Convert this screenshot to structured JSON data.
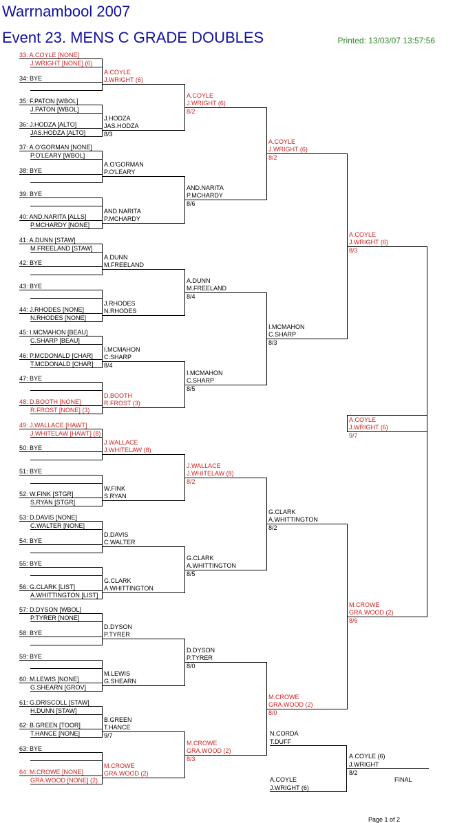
{
  "header": {
    "title": "Warrnambool 2007",
    "event": "Event 23. MENS C GRADE DOUBLES",
    "printed": "Printed: 13/03/07 13:57:56"
  },
  "footer": {
    "page": "Page 1 of 2",
    "final_label": "FINAL"
  },
  "colors": {
    "title": "#1010a0",
    "printed": "#2a8a2a",
    "highlight": "#cc2020"
  },
  "round1": [
    {
      "l1": "33: A.COYLE [NONE]",
      "l2": "J.WRIGHT [NONE] (6)",
      "red": true
    },
    {
      "l1": "34: BYE",
      "l2": ""
    },
    {
      "l1": "35: F.PATON [WBOL]",
      "l2": "J.PATON [WBOL]"
    },
    {
      "l1": "36: J.HODZA [ALTO]",
      "l2": "JAS.HODZA [ALTO]"
    },
    {
      "l1": "37: A.O'GORMAN [NONE]",
      "l2": "P.O'LEARY [WBOL]"
    },
    {
      "l1": "38: BYE",
      "l2": ""
    },
    {
      "l1": "39: BYE",
      "l2": ""
    },
    {
      "l1": "40: AND.NARITA [ALLS]",
      "l2": "P.MCHARDY [NONE]"
    },
    {
      "l1": "41: A.DUNN [STAW]",
      "l2": "M.FREELAND [STAW]"
    },
    {
      "l1": "42: BYE",
      "l2": ""
    },
    {
      "l1": "43: BYE",
      "l2": ""
    },
    {
      "l1": "44: J.RHODES [NONE]",
      "l2": "N.RHODES [NONE]"
    },
    {
      "l1": "45: I.MCMAHON [BEAU]",
      "l2": "C.SHARP [BEAU]"
    },
    {
      "l1": "46: P.MCDONALD [CHAR]",
      "l2": "T.MCDONALD [CHAR]"
    },
    {
      "l1": "47: BYE",
      "l2": ""
    },
    {
      "l1": "48: D.BOOTH [NONE]",
      "l2": "R.FROST [NONE] (3)",
      "red": true
    },
    {
      "l1": "49: J.WALLACE [HAWT]",
      "l2": "J.WHITELAW [HAWT] (8)",
      "red": true
    },
    {
      "l1": "50: BYE",
      "l2": ""
    },
    {
      "l1": "51: BYE",
      "l2": ""
    },
    {
      "l1": "52: W.FINK [STGR]",
      "l2": "S.RYAN [STGR]"
    },
    {
      "l1": "53: D.DAVIS [NONE]",
      "l2": "C.WALTER [NONE]"
    },
    {
      "l1": "54: BYE",
      "l2": ""
    },
    {
      "l1": "55: BYE",
      "l2": ""
    },
    {
      "l1": "56: G.CLARK [LIST]",
      "l2": "A.WHITTINGTON [LIST]"
    },
    {
      "l1": "57: D.DYSON [WBOL]",
      "l2": "P.TYRER [NONE]"
    },
    {
      "l1": "58: BYE",
      "l2": ""
    },
    {
      "l1": "59: BYE",
      "l2": ""
    },
    {
      "l1": "60: M.LEWIS [NONE]",
      "l2": "G.SHEARN [GROV]"
    },
    {
      "l1": "61: G.DRISCOLL [STAW]",
      "l2": "H.DUNN [STAW]"
    },
    {
      "l1": "62: B.GREEN [TOOR]",
      "l2": "T.HANCE [NONE]"
    },
    {
      "l1": "63: BYE",
      "l2": ""
    },
    {
      "l1": "64: M.CROWE [NONE]",
      "l2": "GRA.WOOD [NONE] (2)",
      "red": true
    }
  ],
  "round2": [
    {
      "l1": "A.COYLE",
      "l2": "J.WRIGHT (6)",
      "score": "",
      "red": true
    },
    {
      "l1": "J.HODZA",
      "l2": "JAS.HODZA",
      "score": "8/3"
    },
    {
      "l1": "A.O'GORMAN",
      "l2": "P.O'LEARY",
      "score": ""
    },
    {
      "l1": "AND.NARITA",
      "l2": "P.MCHARDY",
      "score": ""
    },
    {
      "l1": "A.DUNN",
      "l2": "M.FREELAND",
      "score": ""
    },
    {
      "l1": "J.RHODES",
      "l2": "N.RHODES",
      "score": ""
    },
    {
      "l1": "I.MCMAHON",
      "l2": "C.SHARP",
      "score": "8/4"
    },
    {
      "l1": "D.BOOTH",
      "l2": "R.FROST (3)",
      "score": "",
      "red": true
    },
    {
      "l1": "J.WALLACE",
      "l2": "J.WHITELAW (8)",
      "score": "",
      "red": true
    },
    {
      "l1": "W.FINK",
      "l2": "S.RYAN",
      "score": ""
    },
    {
      "l1": "D.DAVIS",
      "l2": "C.WALTER",
      "score": ""
    },
    {
      "l1": "G.CLARK",
      "l2": "A.WHITTINGTON",
      "score": ""
    },
    {
      "l1": "D.DYSON",
      "l2": "P.TYRER",
      "score": ""
    },
    {
      "l1": "M.LEWIS",
      "l2": "G.SHEARN",
      "score": ""
    },
    {
      "l1": "B.GREEN",
      "l2": "T.HANCE",
      "score": "9/7"
    },
    {
      "l1": "M.CROWE",
      "l2": "GRA.WOOD (2)",
      "score": "",
      "red": true
    }
  ],
  "round3": [
    {
      "l1": "A.COYLE",
      "l2": "J.WRIGHT (6)",
      "score": "8/2",
      "red": true
    },
    {
      "l1": "AND.NARITA",
      "l2": "P.MCHARDY",
      "score": "8/6"
    },
    {
      "l1": "A.DUNN",
      "l2": "M.FREELAND",
      "score": "8/4"
    },
    {
      "l1": "I.MCMAHON",
      "l2": "C.SHARP",
      "score": "8/5"
    },
    {
      "l1": "J.WALLACE",
      "l2": "J.WHITELAW (8)",
      "score": "8/2",
      "red": true
    },
    {
      "l1": "G.CLARK",
      "l2": "A.WHITTINGTON",
      "score": "8/5"
    },
    {
      "l1": "D.DYSON",
      "l2": "P.TYRER",
      "score": "8/0"
    },
    {
      "l1": "M.CROWE",
      "l2": "GRA.WOOD (2)",
      "score": "8/3",
      "red": true
    }
  ],
  "round4": [
    {
      "l1": "A.COYLE",
      "l2": "J.WRIGHT (6)",
      "score": "8/2",
      "red": true
    },
    {
      "l1": "I.MCMAHON",
      "l2": "C.SHARP",
      "score": "8/3"
    },
    {
      "l1": "G.CLARK",
      "l2": "A.WHITTINGTON",
      "score": "8/2"
    },
    {
      "l1": "M.CROWE",
      "l2": "GRA.WOOD (2)",
      "score": "8/0",
      "red": true
    }
  ],
  "round5": [
    {
      "l1": "A.COYLE",
      "l2": "J.WRIGHT (6)",
      "score": "8/3",
      "red": true
    },
    {
      "l1": "M.CROWE",
      "l2": "GRA.WOOD (2)",
      "score": "8/6",
      "red": true
    }
  ],
  "round6": [
    {
      "l1": "A.COYLE",
      "l2": "J.WRIGHT (6)",
      "score": "9/7",
      "red": true
    }
  ],
  "final": {
    "top": {
      "l1": "N.CORDA",
      "l2": "T.DUFF"
    },
    "bottom": {
      "l1": "A.COYLE",
      "l2": "J.WRIGHT (6)"
    },
    "winner": {
      "l1": "A.COYLE (6)",
      "l2": "J.WRIGHT",
      "score": "8/2"
    }
  }
}
